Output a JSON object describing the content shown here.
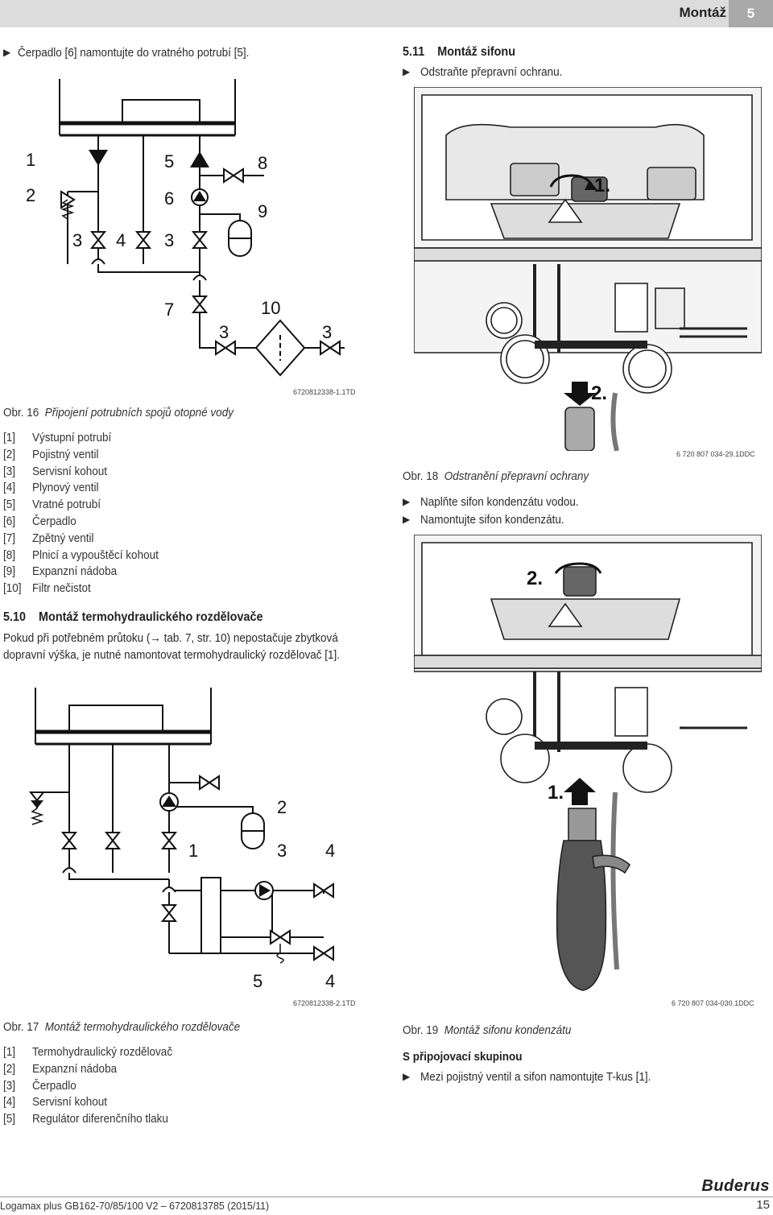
{
  "header": {
    "section": "Montáž",
    "number": "5"
  },
  "left": {
    "step_pump": "Čerpadlo [6] namontujte do vratného potrubí [5].",
    "fig16": {
      "id": "6720812338-1.1TD",
      "label": "Obr. 16",
      "title": "Připojení potrubních spojů otopné vody",
      "diagram_labels": [
        "1",
        "2",
        "5",
        "6",
        "8",
        "9",
        "3",
        "4",
        "3",
        "7",
        "10",
        "3",
        "3"
      ],
      "legend": [
        {
          "k": "[1]",
          "v": "Výstupní potrubí"
        },
        {
          "k": "[2]",
          "v": "Pojistný ventil"
        },
        {
          "k": "[3]",
          "v": "Servisní kohout"
        },
        {
          "k": "[4]",
          "v": "Plynový ventil"
        },
        {
          "k": "[5]",
          "v": "Vratné potrubí"
        },
        {
          "k": "[6]",
          "v": "Čerpadlo"
        },
        {
          "k": "[7]",
          "v": "Zpětný ventil"
        },
        {
          "k": "[8]",
          "v": "Plnicí a vypouštěcí kohout"
        },
        {
          "k": "[9]",
          "v": "Expanzní nádoba"
        },
        {
          "k": "[10]",
          "v": "Filtr nečistot"
        }
      ]
    },
    "sec510": {
      "number": "5.10",
      "title": "Montáž termohydraulického rozdělovače",
      "para1": "Pokud při potřebném průtoku (",
      "arrow": "→",
      "para1b": " tab. 7, str. 10) nepostačuje zbytková",
      "para2": "dopravní výška, je nutné namontovat termohydraulický rozdělovač [1]."
    },
    "fig17": {
      "id": "6720812338-2.1TD",
      "label": "Obr. 17",
      "title": "Montáž termohydraulického rozdělovače",
      "diagram_labels": [
        "2",
        "1",
        "3",
        "4",
        "5",
        "4"
      ],
      "legend": [
        {
          "k": "[1]",
          "v": "Termohydraulický rozdělovač"
        },
        {
          "k": "[2]",
          "v": "Expanzní nádoba"
        },
        {
          "k": "[3]",
          "v": "Čerpadlo"
        },
        {
          "k": "[4]",
          "v": "Servisní kohout"
        },
        {
          "k": "[5]",
          "v": "Regulátor diferenčního tlaku"
        }
      ]
    }
  },
  "right": {
    "sec511": {
      "number": "5.11",
      "title": "Montáž sifonu",
      "step1": "Odstraňte přepravní ochranu."
    },
    "fig18": {
      "id": "6 720 807 034-29.1DDC",
      "label": "Obr. 18",
      "title": "Odstranění přepravní ochrany",
      "marks": [
        "1.",
        "2."
      ]
    },
    "steps_b": [
      "Naplňte sifon kondenzátu vodou.",
      "Namontujte sifon kondenzátu."
    ],
    "fig19": {
      "id": "6 720 807 034-030.1DDC",
      "label": "Obr. 19",
      "title": "Montáž sifonu kondenzátu",
      "marks": [
        "2.",
        "1."
      ]
    },
    "sub_heading": "S připojovací skupinou",
    "step_last": "Mezi pojistný ventil a sifon namontujte T-kus [1]."
  },
  "footer": {
    "doc": "Logamax plus GB162-70/85/100 V2 – 6720813785 (2015/11)",
    "page": "15",
    "brand": "Buderus"
  }
}
